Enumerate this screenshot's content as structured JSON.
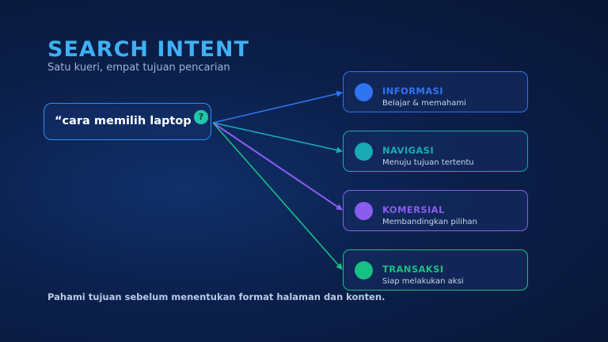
{
  "header": {
    "title": "SEARCH INTENT",
    "subtitle": "Satu kueri, empat tujuan pencarian"
  },
  "query": {
    "text": "“cara memilih laptop",
    "badge": "?"
  },
  "intents": [
    {
      "label": "INFORMASI",
      "desc": "Belajar & memahami",
      "color": "#2f74f0"
    },
    {
      "label": "NAVIGASI",
      "desc": "Menuju tujuan tertentu",
      "color": "#19aab6"
    },
    {
      "label": "KOMERSIAL",
      "desc": "Membandingkan pilihan",
      "color": "#8a5cf0"
    },
    {
      "label": "TRANSAKSI",
      "desc": "Siap melakukan aksi",
      "color": "#17c083"
    }
  ],
  "footer": {
    "text": "Pahami tujuan sebelum menentukan format halaman dan konten."
  }
}
